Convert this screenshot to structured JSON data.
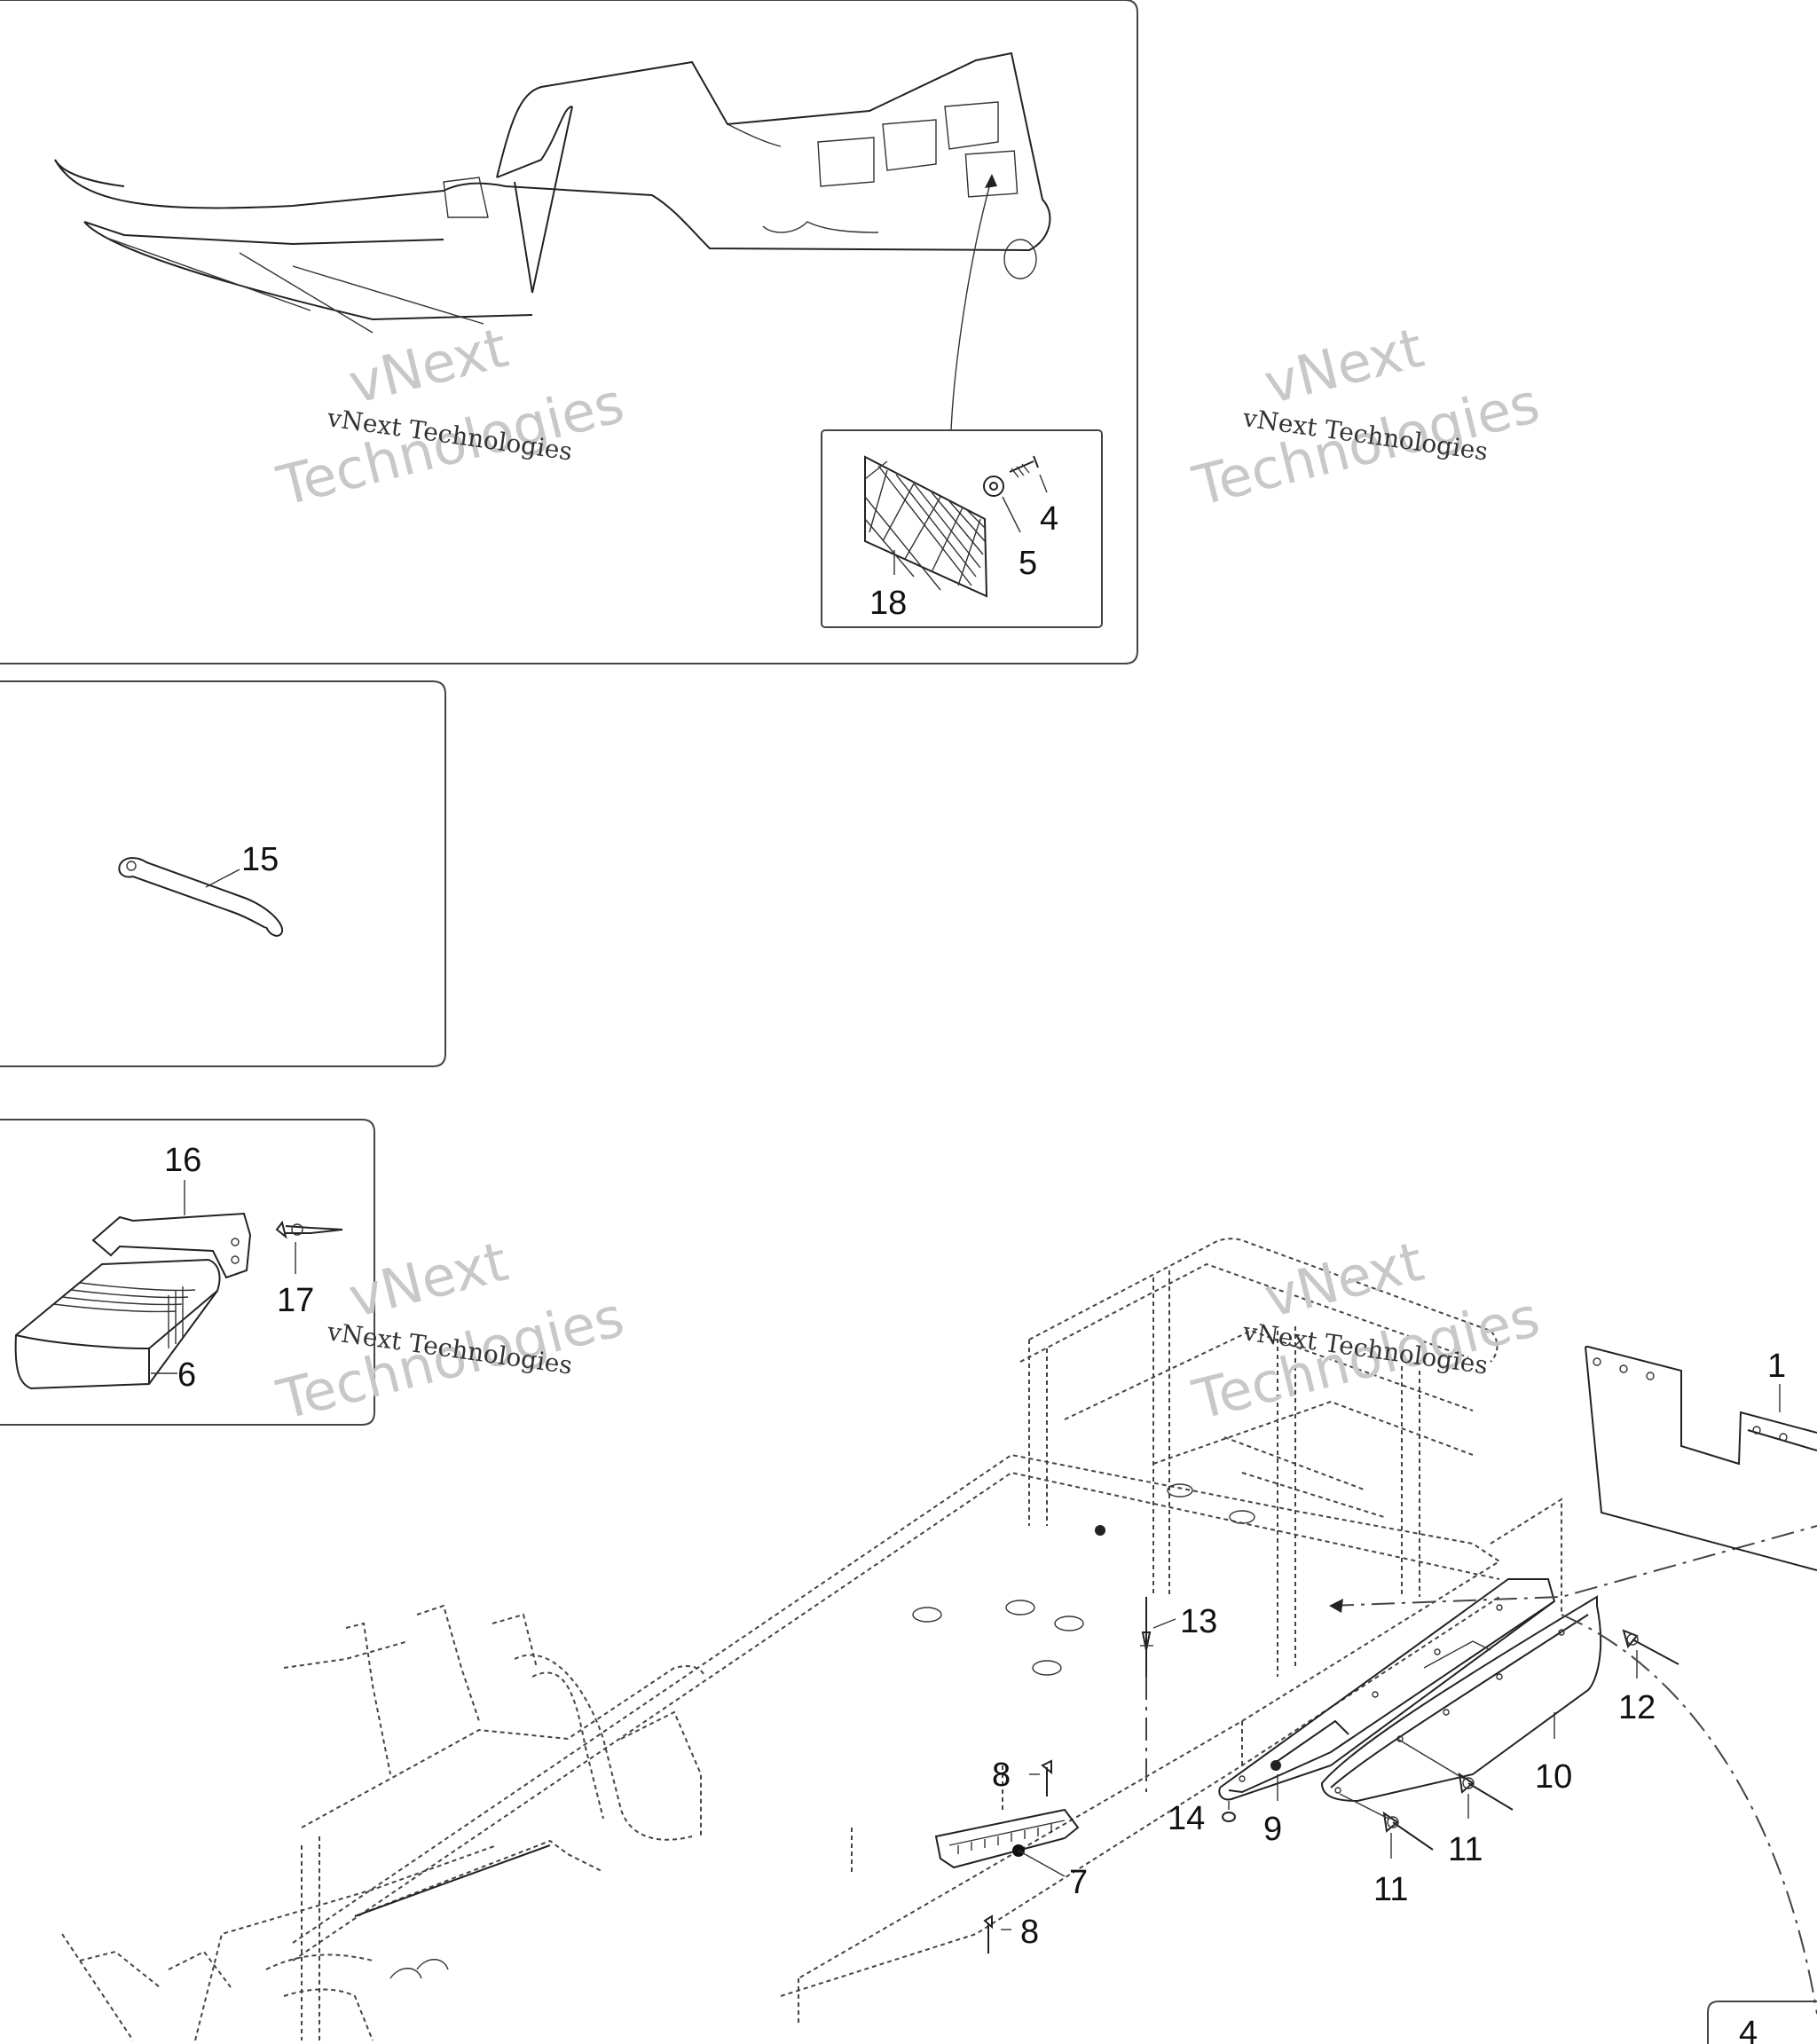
{
  "watermark": {
    "line": "vNext Technologies",
    "big_top": "vNext",
    "big_bottom": "Technologies"
  },
  "callouts": {
    "c1": "1",
    "c4_partial": "4",
    "c4": "4",
    "c5": "5",
    "c6": "6",
    "c7": "7",
    "c8a": "8",
    "c8b": "8",
    "c9": "9",
    "c10": "10",
    "c11a": "11",
    "c11b": "11",
    "c12": "12",
    "c13": "13",
    "c14": "14",
    "c15": "15",
    "c16": "16",
    "c17": "17",
    "c18": "18"
  }
}
